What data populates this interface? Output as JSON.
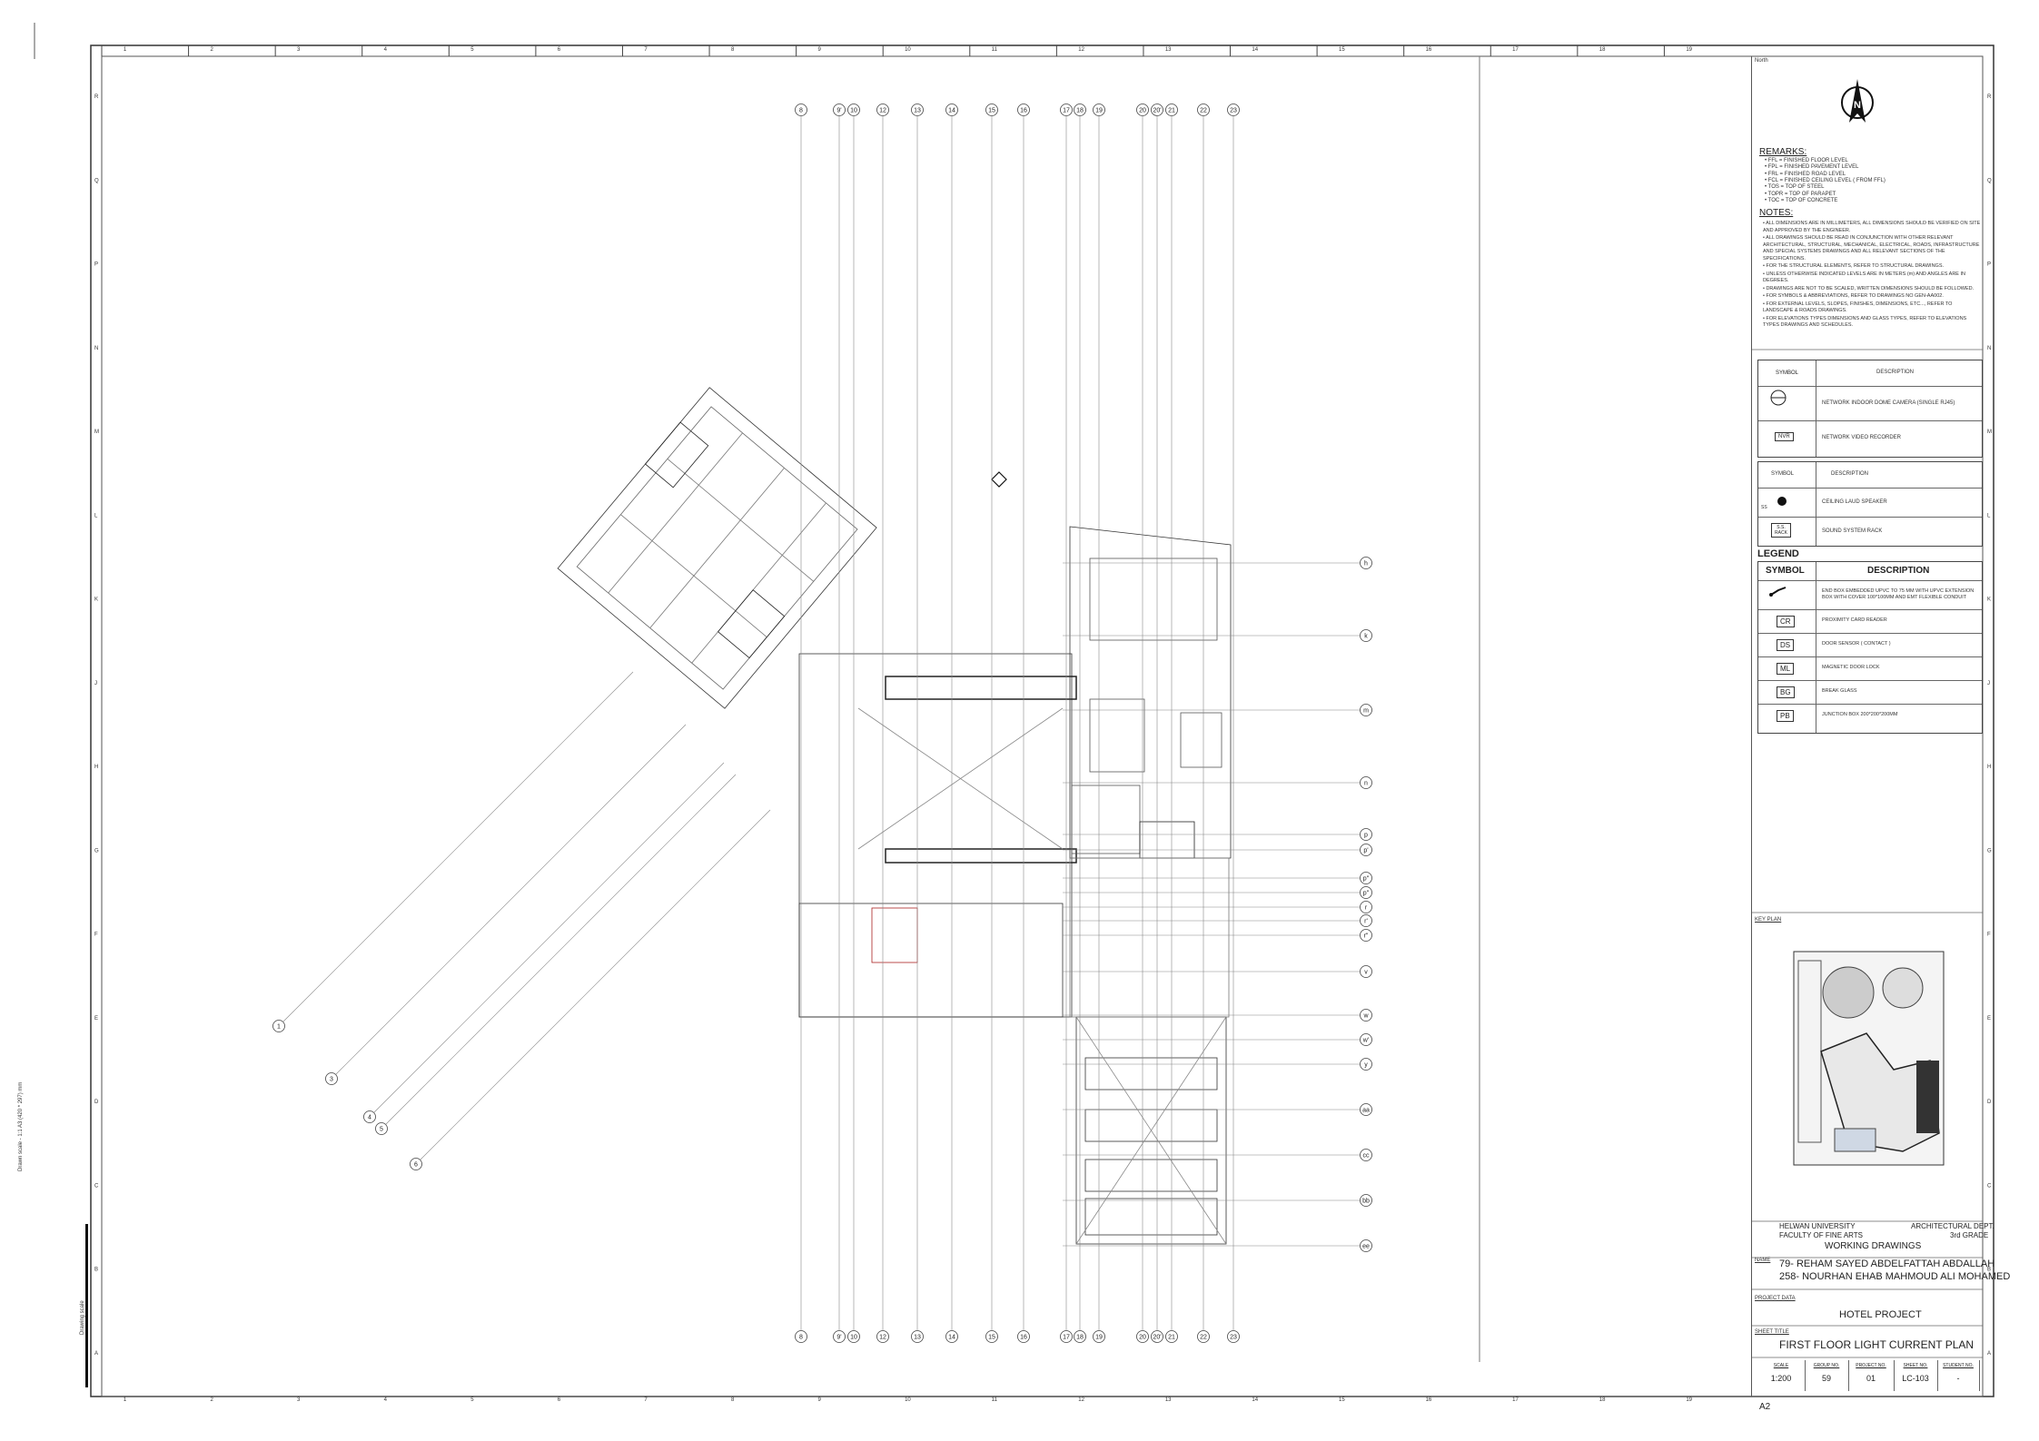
{
  "sheet_size": "A2",
  "border": {
    "columns": [
      "1",
      "2",
      "3",
      "4",
      "5",
      "6",
      "7",
      "8",
      "9",
      "10",
      "11",
      "12",
      "13",
      "14",
      "15",
      "16",
      "17",
      "18",
      "19"
    ],
    "rows": [
      "R",
      "Q",
      "P",
      "N",
      "M",
      "L",
      "K",
      "J",
      "H",
      "G",
      "F",
      "E",
      "D",
      "C",
      "B",
      "A"
    ]
  },
  "left_margin": {
    "drawing_scale_label": "Drawing scale",
    "scale_note": "Drawn scale - 1:1 A3 (420 * 297) mm"
  },
  "grid": {
    "top_labels": [
      "8",
      "9'",
      "10",
      "12",
      "13",
      "14",
      "15",
      "16",
      "17",
      "18",
      "19",
      "20",
      "20'",
      "21",
      "22",
      "23"
    ],
    "bottom_labels": [
      "8",
      "9'",
      "10",
      "12",
      "13",
      "14",
      "15",
      "16",
      "17",
      "18",
      "19",
      "20",
      "20'",
      "21",
      "22",
      "23"
    ],
    "right_labels": [
      "h",
      "k",
      "m",
      "n",
      "p",
      "p'",
      "p\"",
      "p''",
      "r",
      "r'",
      "r\"",
      "v",
      "w",
      "w'",
      "y",
      "aa",
      "cc",
      "bb",
      "ee"
    ],
    "diagonal_labels": [
      "1",
      "3",
      "4",
      "5",
      "6"
    ]
  },
  "title_block": {
    "north_label": "North",
    "remarks_title": "REMARKS:",
    "remarks": [
      {
        "abbr": "FFL",
        "desc": "= FINISHED FLOOR LEVEL"
      },
      {
        "abbr": "FPL",
        "desc": "= FINISHED PAVEMENT LEVEL"
      },
      {
        "abbr": "FRL",
        "desc": "= FINISHED ROAD LEVEL"
      },
      {
        "abbr": "FCL",
        "desc": "= FINISHED CEILING LEVEL ( FROM FFL)"
      },
      {
        "abbr": "TOS",
        "desc": "= TOP OF STEEL"
      },
      {
        "abbr": "TOPR",
        "desc": "= TOP OF PARAPET"
      },
      {
        "abbr": "TOC",
        "desc": "= TOP OF CONCRETE"
      }
    ],
    "notes_title": "NOTES:",
    "notes": [
      "ALL DIMENSIONS ARE IN MILLIMETERS, ALL DIMENSIONS SHOULD BE VERIFIED ON SITE AND APPROVED BY THE ENGINEER.",
      "ALL DRAWINGS SHOULD BE READ IN CONJUNCTION WITH OTHER RELEVANT ARCHITECTURAL, STRUCTURAL, MECHANICAL, ELECTRICAL, ROADS, INFRASTRUCTURE AND SPECIAL SYSTEMS DRAWINGS AND ALL RELEVANT SECTIONS OF THE SPECIFICATIONS.",
      "FOR THE STRUCTURAL ELEMENTS, REFER TO STRUCTURAL DRAWINGS.",
      "UNLESS OTHERWISE INDICATED LEVELS ARE IN METERS (m) AND ANGLES ARE IN DEGREES.",
      "DRAWINGS ARE NOT TO BE SCALED, WRITTEN DIMENSIONS SHOULD BE FOLLOWED.",
      "FOR SYMBOLS & ABBREVIATIONS, REFER TO DRAWINGS NO GEN-AA002.",
      "FOR EXTERNAL LEVELS, SLOPES, FINISHES, DIMENSIONS, ETC..., REFER TO LANDSCAPE & ROADS DRAWINGS.",
      "FOR ELEVATIONS TYPES DIMENSIONS AND GLASS TYPES, REFER TO ELEVATIONS TYPES DRAWINGS AND SCHEDULES."
    ],
    "cctv_table": {
      "symbol_header": "SYMBOL",
      "desc_header": "DESCRIPTION",
      "rows": [
        {
          "symbol": "",
          "desc": "NETWORK INDOOR DOME CAMERA (SINGLE RJ45)"
        },
        {
          "symbol": "NVR",
          "desc": "NETWORK VIDEO RECORDER"
        }
      ]
    },
    "sound_table": {
      "symbol_header": "SYMBOL",
      "desc_header": "DESCRIPTION",
      "rows": [
        {
          "symbol": "SS",
          "desc": "CEILING LAUD SPEAKER"
        },
        {
          "symbol": "S.S. RACK",
          "desc": "SOUND SYSTEM RACK"
        }
      ]
    },
    "legend": {
      "title": "LEGEND",
      "symbol_header": "SYMBOL",
      "desc_header": "DESCRIPTION",
      "rows": [
        {
          "symbol": "",
          "desc": "END BOX EMBEDDED UPVC TO 75 MM WITH UPVC EXTENSION BOX WITH COVER 100*100MM AND EMT FLEXIBLE CONDUIT"
        },
        {
          "symbol": "CR",
          "desc": "PROXIMITY CARD READER"
        },
        {
          "symbol": "DS",
          "desc": "DOOR SENSOR ( CONTACT )"
        },
        {
          "symbol": "ML",
          "desc": "MAGNETIC DOOR LOCK"
        },
        {
          "symbol": "BG",
          "desc": "BREAK GLASS"
        },
        {
          "symbol": "PB",
          "desc": "JUNCTION BOX 200*200*200MM"
        }
      ]
    },
    "key_plan_label": "KEY PLAN",
    "university": "HELWAN UNIVERSITY",
    "faculty": "FACULTY OF FINE ARTS",
    "department": "ARCHITECTURAL DEPT.",
    "grade": "3rd GRADE",
    "drawing_type": "WORKING DRAWINGS",
    "name_label": "NAME",
    "student_1": "79- REHAM SAYED ABDELFATTAH ABDALLAH",
    "student_2": "258- NOURHAN EHAB MAHMOUD ALI MOHAMED",
    "project_label": "PROJECT DATA",
    "project_name": "HOTEL PROJECT",
    "sheet_title_label": "SHEET TITLE",
    "sheet_title": "FIRST FLOOR LIGHT CURRENT PLAN",
    "info": [
      {
        "label": "SCALE",
        "value": "1:200"
      },
      {
        "label": "GROUP NO.",
        "value": "59"
      },
      {
        "label": "PROJECT NO.",
        "value": "01"
      },
      {
        "label": "SHEET NO.",
        "value": "LC-103"
      },
      {
        "label": "STUDENT NO.",
        "value": "-"
      }
    ]
  }
}
